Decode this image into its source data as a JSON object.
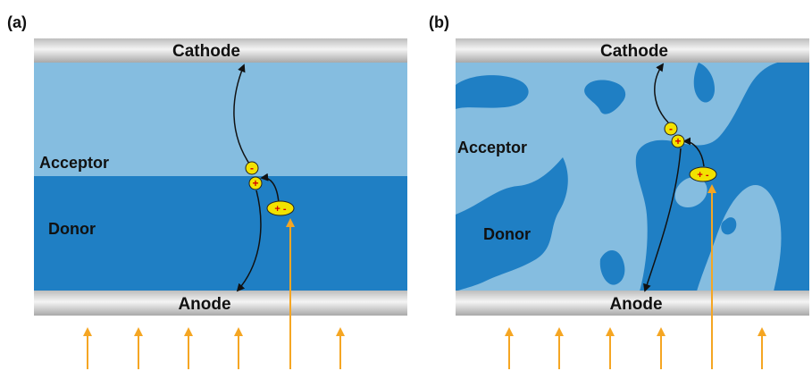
{
  "panels": [
    {
      "tag": "(a)",
      "cathode": "Cathode",
      "anode": "Anode",
      "acceptor": "Acceptor",
      "donor": "Donor",
      "electron_sign": "-",
      "hole_sign": "+",
      "exciton_signs": "+ -"
    },
    {
      "tag": "(b)",
      "cathode": "Cathode",
      "anode": "Anode",
      "acceptor": "Acceptor",
      "donor": "Donor",
      "electron_sign": "-",
      "hole_sign": "+",
      "exciton_signs": "+ -"
    }
  ],
  "colors": {
    "acceptor": "#85bde0",
    "donor": "#1f7fc4",
    "electrode": "#d8d8d8",
    "light_arrow": "#f5a623",
    "charge_fill": "#f2e200",
    "charge_sign": "#d40000"
  }
}
